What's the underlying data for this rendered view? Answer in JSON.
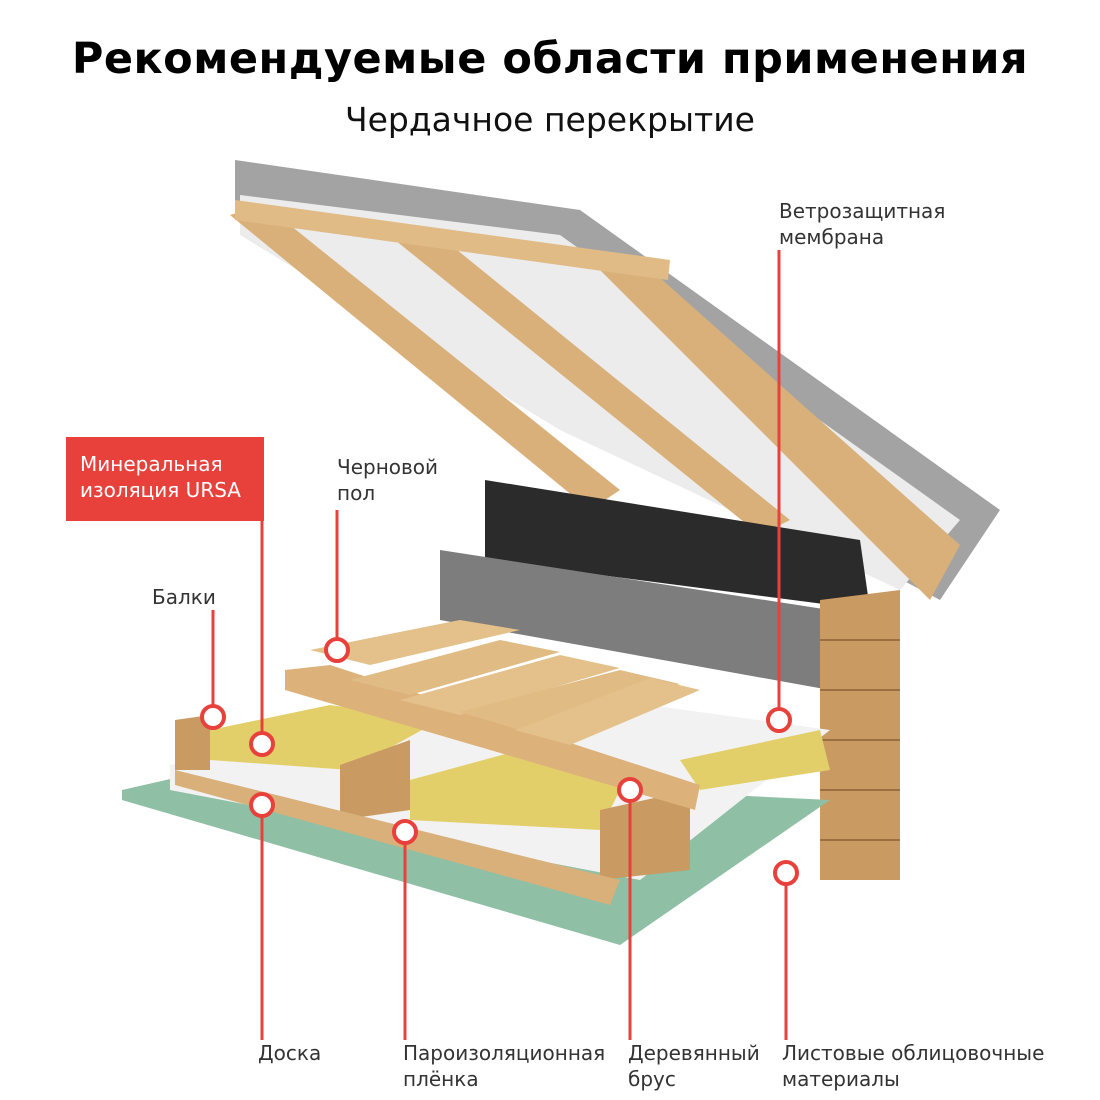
{
  "header": {
    "title": "Рекомендуемые области применения",
    "subtitle": "Чердачное перекрытие"
  },
  "labels": {
    "wind_membrane": [
      "Ветрозащитная",
      "мембрана"
    ],
    "mineral_insulation": [
      "Минеральная",
      "изоляция URSA"
    ],
    "subfloor": [
      "Черновой",
      "пол"
    ],
    "beams": "Балки",
    "board": "Доска",
    "vapor_film": [
      "Пароизоляционная",
      "плёнка"
    ],
    "timber": [
      "Деревянный",
      "брус"
    ],
    "sheet_materials": [
      "Листовые облицовочные",
      "материалы"
    ]
  },
  "colors": {
    "accent": "#e8413c",
    "wood": "#dcb27a",
    "insulation": "#e3cf6a",
    "drywall": "#8fbfa5",
    "roof": "#9a9a9a"
  }
}
